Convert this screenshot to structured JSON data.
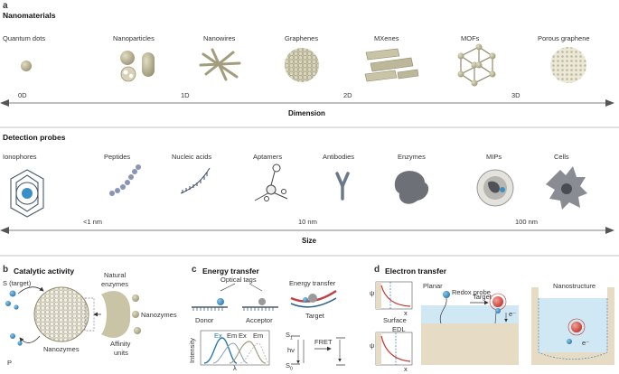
{
  "panel_a": {
    "letter": "a",
    "nanomaterials": {
      "title": "Nanomaterials",
      "items": [
        "Quantum dots",
        "Nanoparticles",
        "Nanowires",
        "Graphenes",
        "MXenes",
        "MOFs",
        "Porous graphene"
      ],
      "dims": [
        "0D",
        "1D",
        "2D",
        "3D"
      ],
      "axis_label": "Dimension"
    },
    "probes": {
      "title": "Detection probes",
      "items": [
        "Ionophores",
        "Peptides",
        "Nucleic acids",
        "Aptamers",
        "Antibodies",
        "Enzymes",
        "MIPs",
        "Cells"
      ],
      "sizes": [
        "<1 nm",
        "10 nm",
        "100 nm"
      ],
      "axis_label": "Size"
    }
  },
  "panel_b": {
    "letter": "b",
    "title": "Catalytic activity",
    "s_target": "S (target)",
    "p": "P",
    "nanozymes_left": "Nanozymes",
    "natural_enzymes_1": "Natural",
    "natural_enzymes_2": "enzymes",
    "nanozymes_right": "Nanozymes",
    "affinity_1": "Affinity",
    "affinity_2": "units"
  },
  "panel_c": {
    "letter": "c",
    "title": "Energy transfer",
    "optical_tags": "Optical tags",
    "donor": "Donor",
    "acceptor": "Acceptor",
    "energy_transfer": "Energy transfer",
    "target": "Target",
    "ex1": "Ex",
    "em1": "Em",
    "ex2": "Ex",
    "em2": "Em",
    "intensity": "Intensity",
    "lambda": "λ",
    "s1": "S",
    "s1_sub": "1",
    "s0": "S",
    "s0_sub": "0",
    "hv": "hν",
    "fret": "FRET"
  },
  "panel_d": {
    "letter": "d",
    "title": "Electron transfer",
    "psi1": "ψ",
    "x1": "x",
    "surface": "Surface",
    "edl": "EDL",
    "psi2": "ψ",
    "x2": "x",
    "planar": "Planar",
    "redox_probe": "Redox probe",
    "target": "Target",
    "e1": "e⁻",
    "nanostructure": "Nanostructure",
    "e2": "e⁻"
  },
  "colors": {
    "olive": "#c9c4a6",
    "olive_dark": "#a39d7e",
    "blue": "#3b8fc7",
    "red": "#d9453a",
    "water": "#cfe8f3",
    "sand": "#e6dcc6"
  }
}
